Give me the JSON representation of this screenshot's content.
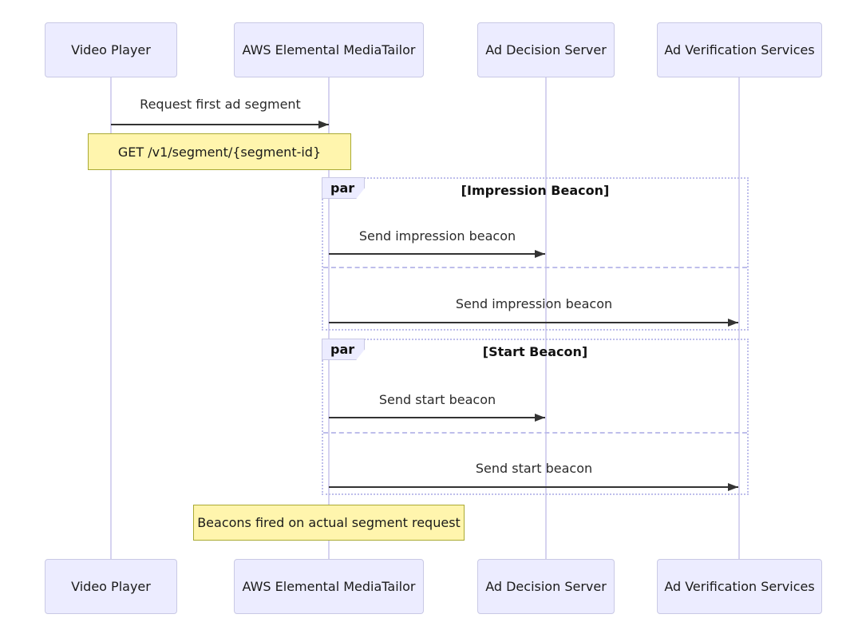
{
  "diagram_type": "sequence-diagram",
  "participants": [
    {
      "name": "Video Player"
    },
    {
      "name": "AWS Elemental MediaTailor"
    },
    {
      "name": "Ad Decision Server"
    },
    {
      "name": "Ad Verification Services"
    }
  ],
  "messages": {
    "request_segment": "Request first ad segment",
    "impression_to_ads": "Send impression beacon",
    "impression_to_verification": "Send impression beacon",
    "start_to_ads": "Send start beacon",
    "start_to_verification": "Send start beacon"
  },
  "notes": {
    "get_request": "GET /v1/segment/{segment-id}",
    "beacons_fired": "Beacons fired on actual segment request"
  },
  "par_blocks": [
    {
      "label": "par",
      "condition": "[Impression Beacon]"
    },
    {
      "label": "par",
      "condition": "[Start Beacon]"
    }
  ],
  "colors": {
    "actor_fill": "#ECECFF",
    "actor_border": "#C9C9E5",
    "lifeline": "#D6D3F0",
    "arrow": "#333333",
    "note_fill": "#FFF5AD",
    "note_border": "#AAAA33",
    "frame_border": "#BEBEEB",
    "text": "#1A1A1A"
  }
}
